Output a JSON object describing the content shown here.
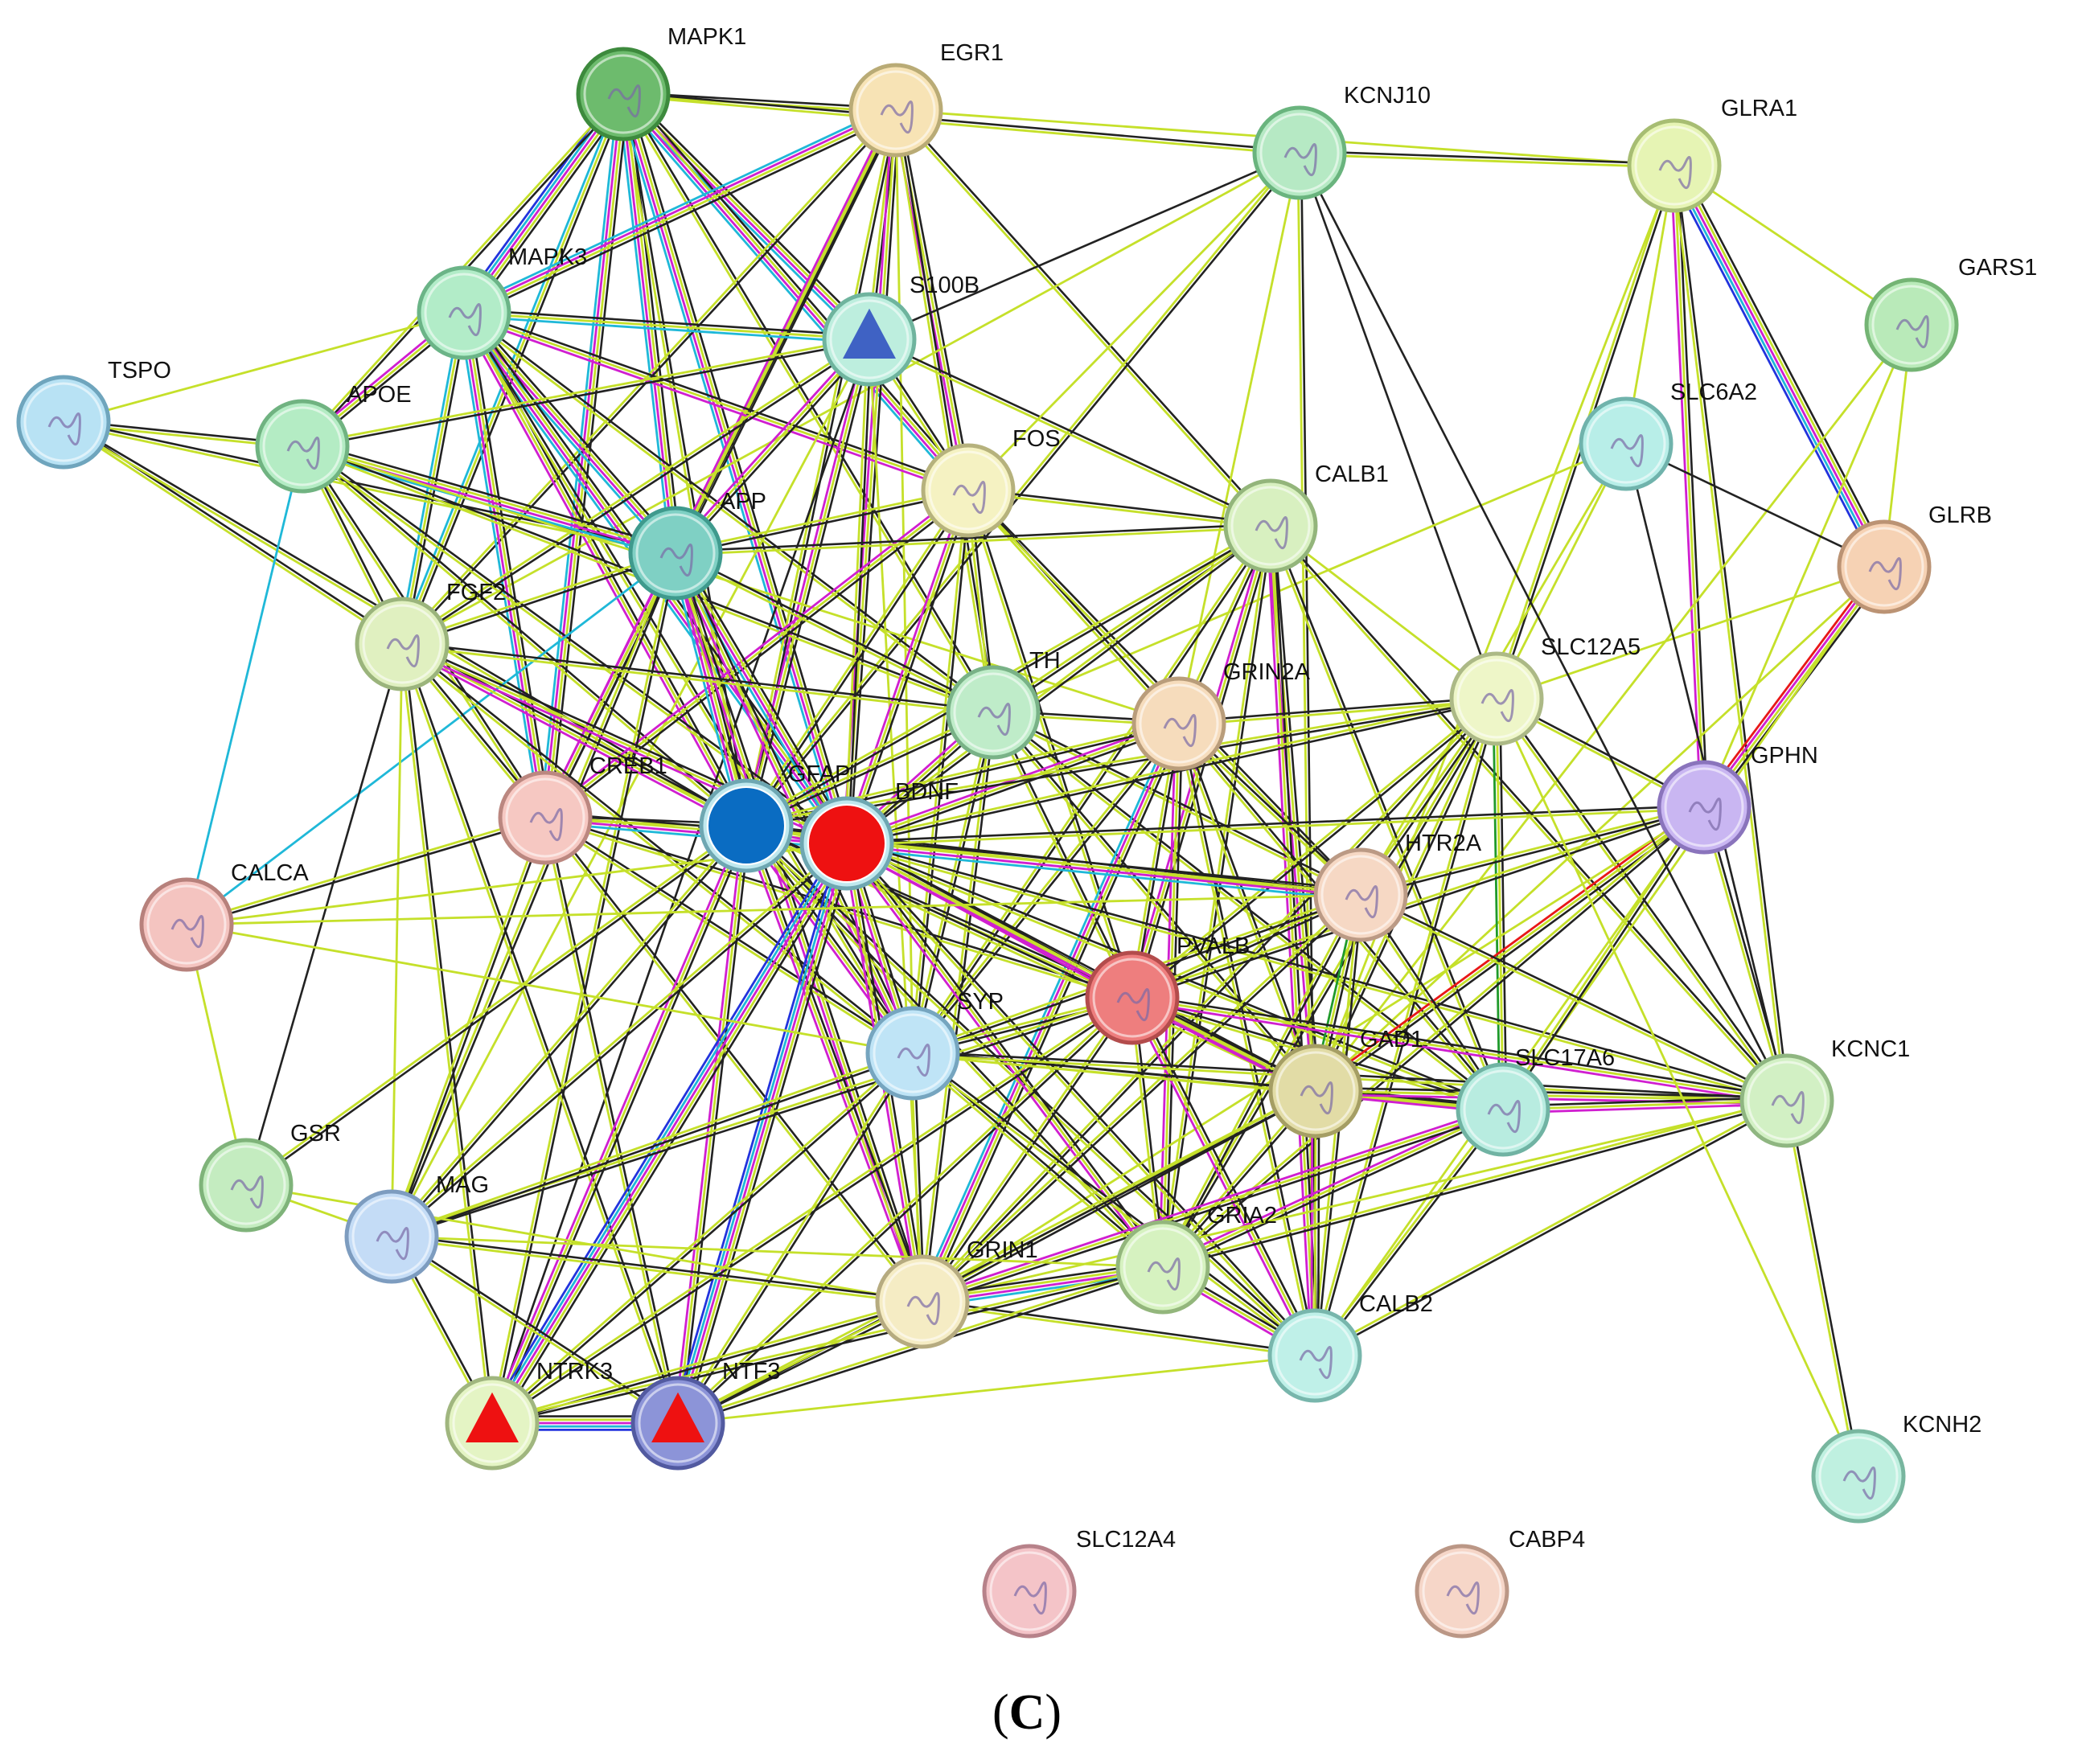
{
  "caption": {
    "open": "(",
    "letter": "C",
    "close": ")"
  },
  "colors": {
    "edge_textmining": "#c5e02a",
    "edge_coexpression": "#222222",
    "edge_experimental": "#d01fd0",
    "edge_database": "#1fb8d8",
    "edge_cooccurrence": "#2233dd",
    "edge_fusion": "#e81818",
    "edge_neighborhood": "#1f9a2a"
  },
  "nodes": [
    {
      "id": "MAPK1",
      "label": "MAPK1",
      "fill": "#6dbb6d",
      "stroke": "#3d8a3d"
    },
    {
      "id": "EGR1",
      "label": "EGR1",
      "fill": "#f7e3b5",
      "stroke": "#b9ab76"
    },
    {
      "id": "KCNJ10",
      "label": "KCNJ10",
      "fill": "#b6e9c4",
      "stroke": "#6ab47e"
    },
    {
      "id": "GLRA1",
      "label": "GLRA1",
      "fill": "#e6f4b4",
      "stroke": "#a7bd73"
    },
    {
      "id": "GARS1",
      "label": "GARS1",
      "fill": "#b9eab9",
      "stroke": "#74b474"
    },
    {
      "id": "MAPK3",
      "label": "MAPK3",
      "fill": "#b2ecc8",
      "stroke": "#6bb487"
    },
    {
      "id": "S100B",
      "label": "S100B",
      "fill": "#bdeede",
      "stroke": "#6fb49e",
      "marker": "triangle",
      "marker_color": "#3f62c4"
    },
    {
      "id": "TSPO",
      "label": "TSPO",
      "fill": "#b8e2f4",
      "stroke": "#6fa5bd"
    },
    {
      "id": "APOE",
      "label": "APOE",
      "fill": "#b4ecc4",
      "stroke": "#70b381"
    },
    {
      "id": "SLC6A2",
      "label": "SLC6A2",
      "fill": "#b8eee8",
      "stroke": "#70b3ac"
    },
    {
      "id": "FOS",
      "label": "FOS",
      "fill": "#f5f2c2",
      "stroke": "#b6b27d"
    },
    {
      "id": "APP",
      "label": "APP",
      "fill": "#7fd0c4",
      "stroke": "#3f9a8d"
    },
    {
      "id": "CALB1",
      "label": "CALB1",
      "fill": "#d8f0c0",
      "stroke": "#93b57b"
    },
    {
      "id": "GLRB",
      "label": "GLRB",
      "fill": "#f6d2b4",
      "stroke": "#bb9374"
    },
    {
      "id": "FGF2",
      "label": "FGF2",
      "fill": "#e0f0c0",
      "stroke": "#9bb47c"
    },
    {
      "id": "TH",
      "label": "TH",
      "fill": "#bfecc9",
      "stroke": "#79b287"
    },
    {
      "id": "GRIN2A",
      "label": "GRIN2A",
      "fill": "#f6dcbc",
      "stroke": "#b99d7b"
    },
    {
      "id": "SLC12A5",
      "label": "SLC12A5",
      "fill": "#eef6c8",
      "stroke": "#acb986"
    },
    {
      "id": "CREB1",
      "label": "CREB1",
      "fill": "#f6c8c2",
      "stroke": "#bb8780"
    },
    {
      "id": "GFAP",
      "label": "GFAP",
      "fill": "#bfe8ee",
      "stroke": "#6ea7b2",
      "marker": "circle",
      "marker_color": "#0a6cc2"
    },
    {
      "id": "BDNF",
      "label": "BDNF",
      "fill": "#bfe8ee",
      "stroke": "#6ea7b2",
      "marker": "circle",
      "marker_color": "#ee1111"
    },
    {
      "id": "GPHN",
      "label": "GPHN",
      "fill": "#c9b6f2",
      "stroke": "#8a74bc"
    },
    {
      "id": "CALCA",
      "label": "CALCA",
      "fill": "#f4c4c0",
      "stroke": "#b7817c"
    },
    {
      "id": "HTR2A",
      "label": "HTR2A",
      "fill": "#f6d8c4",
      "stroke": "#bb9a85"
    },
    {
      "id": "PVALB",
      "label": "PVALB",
      "fill": "#ee7e7e",
      "stroke": "#b34c4c"
    },
    {
      "id": "SYP",
      "label": "SYP",
      "fill": "#bfe4f6",
      "stroke": "#76a5bf"
    },
    {
      "id": "GAD1",
      "label": "GAD1",
      "fill": "#e2dca6",
      "stroke": "#a59e64"
    },
    {
      "id": "SLC17A6",
      "label": "SLC17A6",
      "fill": "#b8ece0",
      "stroke": "#70b3a3"
    },
    {
      "id": "KCNC1",
      "label": "KCNC1",
      "fill": "#d2f0c4",
      "stroke": "#8fb681"
    },
    {
      "id": "GSR",
      "label": "GSR",
      "fill": "#c4ecc0",
      "stroke": "#7fb37a"
    },
    {
      "id": "MAG",
      "label": "MAG",
      "fill": "#c4dcf6",
      "stroke": "#7d9cbf"
    },
    {
      "id": "GRIN1",
      "label": "GRIN1",
      "fill": "#f5ecc4",
      "stroke": "#b6ab80"
    },
    {
      "id": "GRIA2",
      "label": "GRIA2",
      "fill": "#d6f2c0",
      "stroke": "#93b67c"
    },
    {
      "id": "CALB2",
      "label": "CALB2",
      "fill": "#bff0e8",
      "stroke": "#78b6ac"
    },
    {
      "id": "NTRK3",
      "label": "NTRK3",
      "fill": "#e4f4c4",
      "stroke": "#a0b67f",
      "marker": "triangle",
      "marker_color": "#ee1111"
    },
    {
      "id": "NTF3",
      "label": "NTF3",
      "fill": "#8c94d8",
      "stroke": "#525aa0",
      "marker": "triangle",
      "marker_color": "#ee1111"
    },
    {
      "id": "KCNH2",
      "label": "KCNH2",
      "fill": "#bff0e0",
      "stroke": "#78b69f"
    },
    {
      "id": "SLC12A4",
      "label": "SLC12A4",
      "fill": "#f4c4c8",
      "stroke": "#b7828a"
    },
    {
      "id": "CABP4",
      "label": "CABP4",
      "fill": "#f6d6c8",
      "stroke": "#bb9786"
    }
  ],
  "edges": [
    [
      "MAPK1",
      "EGR1",
      "kt"
    ],
    [
      "MAPK1",
      "KCNJ10",
      "kt"
    ],
    [
      "MAPK1",
      "MAPK3",
      "ktpdc"
    ],
    [
      "MAPK1",
      "S100B",
      "ktpd"
    ],
    [
      "MAPK1",
      "APOE",
      "kt"
    ],
    [
      "MAPK1",
      "FOS",
      "ktpd"
    ],
    [
      "MAPK1",
      "APP",
      "ktpd"
    ],
    [
      "MAPK1",
      "FGF2",
      "ktd"
    ],
    [
      "MAPK1",
      "CREB1",
      "ktpd"
    ],
    [
      "MAPK1",
      "GFAP",
      "kt"
    ],
    [
      "MAPK1",
      "BDNF",
      "ktpd"
    ],
    [
      "MAPK1",
      "TH",
      "kt"
    ],
    [
      "EGR1",
      "GLRA1",
      "t"
    ],
    [
      "EGR1",
      "MAPK3",
      "ktpd"
    ],
    [
      "EGR1",
      "S100B",
      "kt"
    ],
    [
      "EGR1",
      "FOS",
      "ktp"
    ],
    [
      "EGR1",
      "APP",
      "kt"
    ],
    [
      "EGR1",
      "FGF2",
      "kt"
    ],
    [
      "EGR1",
      "CREB1",
      "ktp"
    ],
    [
      "EGR1",
      "GFAP",
      "kt"
    ],
    [
      "EGR1",
      "BDNF",
      "ktp"
    ],
    [
      "EGR1",
      "TH",
      "kt"
    ],
    [
      "EGR1",
      "CALB1",
      "kt"
    ],
    [
      "EGR1",
      "SYP",
      "t"
    ],
    [
      "KCNJ10",
      "GLRA1",
      "kt"
    ],
    [
      "KCNJ10",
      "S100B",
      "k"
    ],
    [
      "KCNJ10",
      "GFAP",
      "kt"
    ],
    [
      "KCNJ10",
      "SLC12A5",
      "k"
    ],
    [
      "KCNJ10",
      "FGF2",
      "t"
    ],
    [
      "KCNJ10",
      "CALB2",
      "kt"
    ],
    [
      "KCNJ10",
      "GRIN2A",
      "t"
    ],
    [
      "GLRA1",
      "GARS1",
      "t"
    ],
    [
      "GLRA1",
      "GLRB",
      "ktpdc"
    ],
    [
      "GLRA1",
      "GPHN",
      "ktp"
    ],
    [
      "GLRA1",
      "SLC12A5",
      "kt"
    ],
    [
      "GLRA1",
      "GAD1",
      "t"
    ],
    [
      "GLRA1",
      "SLC6A2",
      "t"
    ],
    [
      "GLRA1",
      "KCNC1",
      "kt"
    ],
    [
      "GARS1",
      "GLRB",
      "t"
    ],
    [
      "GARS1",
      "GPHN",
      "t"
    ],
    [
      "GARS1",
      "GAD1",
      "t"
    ],
    [
      "MAPK3",
      "TSPO",
      "t"
    ],
    [
      "MAPK3",
      "S100B",
      "ktd"
    ],
    [
      "MAPK3",
      "APOE",
      "ktp"
    ],
    [
      "MAPK3",
      "APP",
      "ktpd"
    ],
    [
      "MAPK3",
      "FOS",
      "ktp"
    ],
    [
      "MAPK3",
      "FGF2",
      "ktd"
    ],
    [
      "MAPK3",
      "CREB1",
      "ktpd"
    ],
    [
      "MAPK3",
      "GFAP",
      "ktp"
    ],
    [
      "MAPK3",
      "BDNF",
      "ktpd"
    ],
    [
      "MAPK3",
      "TH",
      "kt"
    ],
    [
      "MAPK3",
      "SYP",
      "kt"
    ],
    [
      "S100B",
      "APOE",
      "kt"
    ],
    [
      "S100B",
      "APP",
      "ktp"
    ],
    [
      "S100B",
      "FOS",
      "kt"
    ],
    [
      "S100B",
      "GFAP",
      "ktp"
    ],
    [
      "S100B",
      "BDNF",
      "kt"
    ],
    [
      "S100B",
      "CALB1",
      "kt"
    ],
    [
      "S100B",
      "FGF2",
      "kt"
    ],
    [
      "S100B",
      "NTRK3",
      "k"
    ],
    [
      "S100B",
      "GRIN1",
      "t"
    ],
    [
      "S100B",
      "MAG",
      "t"
    ],
    [
      "TSPO",
      "APOE",
      "kt"
    ],
    [
      "TSPO",
      "APP",
      "kt"
    ],
    [
      "TSPO",
      "FGF2",
      "kt"
    ],
    [
      "TSPO",
      "GFAP",
      "kt"
    ],
    [
      "APOE",
      "APP",
      "ktpd"
    ],
    [
      "APOE",
      "FGF2",
      "kt"
    ],
    [
      "APOE",
      "GFAP",
      "kt"
    ],
    [
      "APOE",
      "BDNF",
      "kt"
    ],
    [
      "APOE",
      "CREB1",
      "kt"
    ],
    [
      "APOE",
      "CALCA",
      "d"
    ],
    [
      "APOE",
      "TH",
      "kt"
    ],
    [
      "APOE",
      "GRIN2A",
      "t"
    ],
    [
      "SLC6A2",
      "GLRB",
      "k"
    ],
    [
      "SLC6A2",
      "TH",
      "t"
    ],
    [
      "SLC6A2",
      "SLC12A5",
      "t"
    ],
    [
      "SLC6A2",
      "HTR2A",
      "t"
    ],
    [
      "FOS",
      "APP",
      "kt"
    ],
    [
      "FOS",
      "CREB1",
      "ktp"
    ],
    [
      "FOS",
      "GFAP",
      "kt"
    ],
    [
      "FOS",
      "BDNF",
      "ktp"
    ],
    [
      "FOS",
      "TH",
      "kt"
    ],
    [
      "FOS",
      "CALB1",
      "kt"
    ],
    [
      "FOS",
      "GRIN2A",
      "kt"
    ],
    [
      "FOS",
      "PVALB",
      "kt"
    ],
    [
      "FOS",
      "SYP",
      "kt"
    ],
    [
      "FOS",
      "KCNJ10",
      "t"
    ],
    [
      "FOS",
      "HTR2A",
      "kt"
    ],
    [
      "APP",
      "FGF2",
      "kt"
    ],
    [
      "APP",
      "CREB1",
      "ktp"
    ],
    [
      "APP",
      "GFAP",
      "ktpd"
    ],
    [
      "APP",
      "BDNF",
      "ktpd"
    ],
    [
      "APP",
      "TH",
      "kt"
    ],
    [
      "APP",
      "CALB1",
      "kt"
    ],
    [
      "APP",
      "SYP",
      "ktp"
    ],
    [
      "APP",
      "GRIN1",
      "ktp"
    ],
    [
      "APP",
      "NTRK3",
      "kt"
    ],
    [
      "APP",
      "CALCA",
      "d"
    ],
    [
      "APP",
      "MAG",
      "kt"
    ],
    [
      "CALB1",
      "GRIN2A",
      "kt"
    ],
    [
      "CALB1",
      "PVALB",
      "ktp"
    ],
    [
      "CALB1",
      "GAD1",
      "ktp"
    ],
    [
      "CALB1",
      "CALB2",
      "ktp"
    ],
    [
      "CALB1",
      "SLC12A5",
      "t"
    ],
    [
      "CALB1",
      "SLC17A6",
      "kt"
    ],
    [
      "CALB1",
      "GRIA2",
      "kt"
    ],
    [
      "CALB1",
      "TH",
      "kt"
    ],
    [
      "CALB1",
      "GFAP",
      "kt"
    ],
    [
      "CALB1",
      "BDNF",
      "kt"
    ],
    [
      "CALB1",
      "SYP",
      "kt"
    ],
    [
      "CALB1",
      "KCNC1",
      "kt"
    ],
    [
      "GLRB",
      "GPHN",
      "ktpf"
    ],
    [
      "GLRB",
      "GAD1",
      "t"
    ],
    [
      "GLRB",
      "SLC12A5",
      "t"
    ],
    [
      "GLRB",
      "SLC17A6",
      "t"
    ],
    [
      "FGF2",
      "CREB1",
      "kt"
    ],
    [
      "FGF2",
      "GFAP",
      "ktp"
    ],
    [
      "FGF2",
      "BDNF",
      "ktp"
    ],
    [
      "FGF2",
      "TH",
      "kt"
    ],
    [
      "FGF2",
      "NTRK3",
      "kt"
    ],
    [
      "FGF2",
      "NTF3",
      "kt"
    ],
    [
      "FGF2",
      "GSR",
      "k"
    ],
    [
      "FGF2",
      "SYP",
      "kt"
    ],
    [
      "FGF2",
      "MAG",
      "t"
    ],
    [
      "TH",
      "GFAP",
      "kt"
    ],
    [
      "TH",
      "BDNF",
      "ktp"
    ],
    [
      "TH",
      "GRIN2A",
      "kt"
    ],
    [
      "TH",
      "PVALB",
      "kt"
    ],
    [
      "TH",
      "SYP",
      "kt"
    ],
    [
      "TH",
      "GAD1",
      "kt"
    ],
    [
      "TH",
      "HTR2A",
      "kt"
    ],
    [
      "TH",
      "SLC17A6",
      "kt"
    ],
    [
      "TH",
      "GRIN1",
      "kt"
    ],
    [
      "GRIN2A",
      "GRIN1",
      "ktpd"
    ],
    [
      "GRIN2A",
      "GRIA2",
      "ktp"
    ],
    [
      "GRIN2A",
      "BDNF",
      "ktp"
    ],
    [
      "GRIN2A",
      "GFAP",
      "kt"
    ],
    [
      "GRIN2A",
      "SLC12A5",
      "kt"
    ],
    [
      "GRIN2A",
      "GAD1",
      "kt"
    ],
    [
      "GRIN2A",
      "SLC17A6",
      "kt"
    ],
    [
      "GRIN2A",
      "PVALB",
      "kt"
    ],
    [
      "GRIN2A",
      "HTR2A",
      "kt"
    ],
    [
      "GRIN2A",
      "SYP",
      "kt"
    ],
    [
      "GRIN2A",
      "CALB2",
      "kt"
    ],
    [
      "SLC12A5",
      "GPHN",
      "kt"
    ],
    [
      "SLC12A5",
      "GAD1",
      "kt"
    ],
    [
      "SLC12A5",
      "SLC17A6",
      "ktn"
    ],
    [
      "SLC12A5",
      "BDNF",
      "kt"
    ],
    [
      "SLC12A5",
      "PVALB",
      "kt"
    ],
    [
      "SLC12A5",
      "GRIA2",
      "kt"
    ],
    [
      "SLC12A5",
      "KCNC1",
      "kt"
    ],
    [
      "SLC12A5",
      "HTR2A",
      "kt"
    ],
    [
      "SLC12A5",
      "GFAP",
      "kt"
    ],
    [
      "SLC12A5",
      "CALB2",
      "kt"
    ],
    [
      "SLC12A5",
      "GRIN1",
      "kt"
    ],
    [
      "CREB1",
      "GFAP",
      "kt"
    ],
    [
      "CREB1",
      "BDNF",
      "ktpd"
    ],
    [
      "CREB1",
      "CALCA",
      "kt"
    ],
    [
      "CREB1",
      "SYP",
      "kt"
    ],
    [
      "CREB1",
      "PVALB",
      "kt"
    ],
    [
      "CREB1",
      "GRIN1",
      "kt"
    ],
    [
      "CREB1",
      "NTF3",
      "kt"
    ],
    [
      "CREB1",
      "MAG",
      "kt"
    ],
    [
      "GFAP",
      "BDNF",
      "ktp"
    ],
    [
      "GFAP",
      "SYP",
      "ktp"
    ],
    [
      "GFAP",
      "PVALB",
      "kt"
    ],
    [
      "GFAP",
      "GAD1",
      "kt"
    ],
    [
      "GFAP",
      "GRIN1",
      "ktp"
    ],
    [
      "GFAP",
      "NTRK3",
      "ktp"
    ],
    [
      "GFAP",
      "NTF3",
      "ktp"
    ],
    [
      "GFAP",
      "MAG",
      "kt"
    ],
    [
      "GFAP",
      "GSR",
      "kt"
    ],
    [
      "GFAP",
      "HTR2A",
      "kt"
    ],
    [
      "GFAP",
      "GRIA2",
      "kt"
    ],
    [
      "GFAP",
      "CALB2",
      "kt"
    ],
    [
      "BDNF",
      "HTR2A",
      "ktpd"
    ],
    [
      "BDNF",
      "PVALB",
      "ktp"
    ],
    [
      "BDNF",
      "GAD1",
      "ktp"
    ],
    [
      "BDNF",
      "SYP",
      "ktp"
    ],
    [
      "BDNF",
      "NTRK3",
      "ktpdc"
    ],
    [
      "BDNF",
      "NTF3",
      "ktpdc"
    ],
    [
      "BDNF",
      "GRIN1",
      "ktp"
    ],
    [
      "BDNF",
      "GRIA2",
      "ktp"
    ],
    [
      "BDNF",
      "SLC17A6",
      "kt"
    ],
    [
      "BDNF",
      "CALB2",
      "kt"
    ],
    [
      "BDNF",
      "MAG",
      "kt"
    ],
    [
      "BDNF",
      "GPHN",
      "kt"
    ],
    [
      "BDNF",
      "KCNC1",
      "kt"
    ],
    [
      "BDNF",
      "CALCA",
      "t"
    ],
    [
      "GPHN",
      "GAD1",
      "ktf"
    ],
    [
      "GPHN",
      "SLC17A6",
      "kt"
    ],
    [
      "GPHN",
      "KCNC1",
      "kt"
    ],
    [
      "GPHN",
      "GRIA2",
      "kt"
    ],
    [
      "GPHN",
      "PVALB",
      "kt"
    ],
    [
      "GPHN",
      "HTR2A",
      "kt"
    ],
    [
      "GPHN",
      "GRIN1",
      "t"
    ],
    [
      "GPHN",
      "CALB2",
      "t"
    ],
    [
      "CALCA",
      "GSR",
      "t"
    ],
    [
      "CALCA",
      "HTR2A",
      "t"
    ],
    [
      "CALCA",
      "SYP",
      "t"
    ],
    [
      "HTR2A",
      "PVALB",
      "kt"
    ],
    [
      "HTR2A",
      "GAD1",
      "ktn"
    ],
    [
      "HTR2A",
      "SYP",
      "kt"
    ],
    [
      "HTR2A",
      "GRIN1",
      "kt"
    ],
    [
      "HTR2A",
      "GRIA2",
      "kt"
    ],
    [
      "HTR2A",
      "SLC17A6",
      "kt"
    ],
    [
      "HTR2A",
      "KCNC1",
      "kt"
    ],
    [
      "HTR2A",
      "CALB2",
      "kt"
    ],
    [
      "PVALB",
      "GAD1",
      "ktp"
    ],
    [
      "PVALB",
      "CALB2",
      "ktp"
    ],
    [
      "PVALB",
      "SYP",
      "kt"
    ],
    [
      "PVALB",
      "GRIN1",
      "kt"
    ],
    [
      "PVALB",
      "GRIA2",
      "kt"
    ],
    [
      "PVALB",
      "SLC17A6",
      "kt"
    ],
    [
      "PVALB",
      "KCNC1",
      "ktp"
    ],
    [
      "PVALB",
      "MAG",
      "kt"
    ],
    [
      "PVALB",
      "NTRK3",
      "kt"
    ],
    [
      "PVALB",
      "NTF3",
      "kt"
    ],
    [
      "SYP",
      "GAD1",
      "kt"
    ],
    [
      "SYP",
      "SLC17A6",
      "kt"
    ],
    [
      "SYP",
      "GRIN1",
      "kt"
    ],
    [
      "SYP",
      "GRIA2",
      "kt"
    ],
    [
      "SYP",
      "MAG",
      "kt"
    ],
    [
      "SYP",
      "NTRK3",
      "kt"
    ],
    [
      "SYP",
      "NTF3",
      "kt"
    ],
    [
      "SYP",
      "CALB2",
      "kt"
    ],
    [
      "SYP",
      "KCNC1",
      "kt"
    ],
    [
      "GAD1",
      "SLC17A6",
      "ktp"
    ],
    [
      "GAD1",
      "KCNC1",
      "ktp"
    ],
    [
      "GAD1",
      "GRIA2",
      "kt"
    ],
    [
      "GAD1",
      "CALB2",
      "ktp"
    ],
    [
      "GAD1",
      "GRIN1",
      "kt"
    ],
    [
      "GAD1",
      "NTF3",
      "kt"
    ],
    [
      "SLC17A6",
      "KCNC1",
      "ktp"
    ],
    [
      "SLC17A6",
      "GRIA2",
      "ktp"
    ],
    [
      "SLC17A6",
      "CALB2",
      "kt"
    ],
    [
      "SLC17A6",
      "GRIN1",
      "ktp"
    ],
    [
      "KCNC1",
      "KCNH2",
      "kt"
    ],
    [
      "KCNC1",
      "GRIA2",
      "kt"
    ],
    [
      "KCNC1",
      "CALB2",
      "kt"
    ],
    [
      "KCNC1",
      "GRIN1",
      "t"
    ],
    [
      "KCNC1",
      "SLC6A2",
      "k"
    ],
    [
      "KCNJ10",
      "KCNC1",
      "k"
    ],
    [
      "SLC12A5",
      "KCNH2",
      "t"
    ],
    [
      "GSR",
      "MAG",
      "t"
    ],
    [
      "GSR",
      "GRIN1",
      "t"
    ],
    [
      "MAG",
      "NTRK3",
      "kt"
    ],
    [
      "MAG",
      "NTF3",
      "kt"
    ],
    [
      "MAG",
      "GRIN1",
      "kt"
    ],
    [
      "MAG",
      "GRIA2",
      "t"
    ],
    [
      "GRIN1",
      "GRIA2",
      "ktpd"
    ],
    [
      "GRIN1",
      "CALB2",
      "kt"
    ],
    [
      "GRIN1",
      "NTRK3",
      "kt"
    ],
    [
      "GRIN1",
      "NTF3",
      "kt"
    ],
    [
      "GRIA2",
      "CALB2",
      "ktp"
    ],
    [
      "GRIA2",
      "NTF3",
      "kt"
    ],
    [
      "GRIA2",
      "NTRK3",
      "kt"
    ],
    [
      "CALB2",
      "NTF3",
      "t"
    ],
    [
      "NTRK3",
      "NTF3",
      "ktpdc"
    ]
  ]
}
